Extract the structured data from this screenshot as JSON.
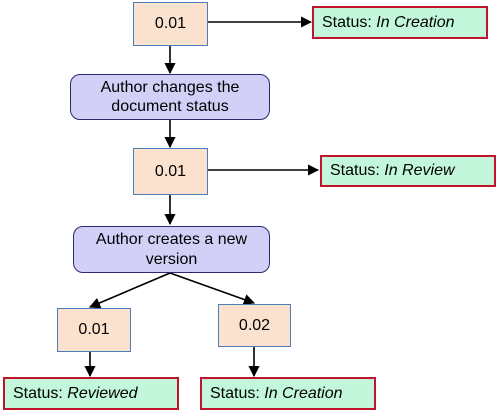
{
  "nodes": {
    "version_top": "0.01",
    "status_top": {
      "prefix": "Status: ",
      "value": "In Creation"
    },
    "action_change": "Author changes the document status",
    "version_mid": "0.01",
    "status_mid": {
      "prefix": "Status: ",
      "value": "In Review"
    },
    "action_new": "Author creates a new version",
    "version_left": "0.01",
    "version_right": "0.02",
    "status_left": {
      "prefix": "Status: ",
      "value": "Reviewed"
    },
    "status_right": {
      "prefix": "Status: ",
      "value": "In Creation"
    }
  },
  "colors": {
    "version_fill": "#fbe2cf",
    "version_border": "#4a7ebb",
    "status_fill": "#c3f7dc",
    "status_border": "#c0142a",
    "action_fill": "#d2d0f7",
    "action_border": "#2b2b6e",
    "arrow": "#000000"
  }
}
